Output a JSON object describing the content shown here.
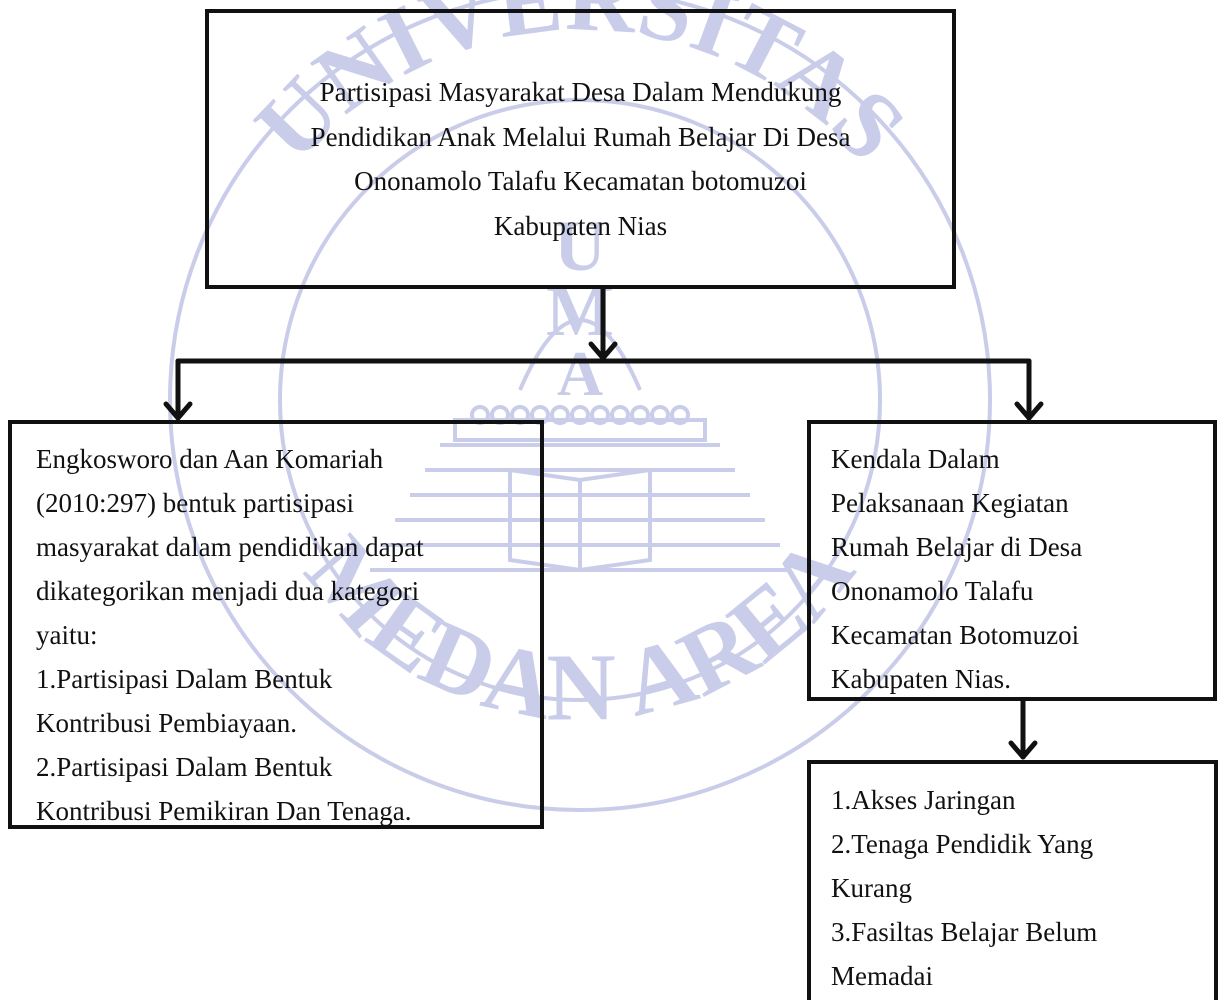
{
  "watermark": {
    "top_text": "UNIVERSITAS",
    "bottom_text": "MEDAN AREA",
    "letters": [
      "U",
      "M",
      "A"
    ],
    "color": "#c9cde9"
  },
  "top_box": {
    "lines": [
      "Partisipasi Masyarakat Desa Dalam Mendukung",
      "Pendidikan Anak Melalui Rumah Belajar Di Desa",
      "Ononamolo Talafu Kecamatan botomuzoi",
      "Kabupaten Nias"
    ]
  },
  "left_box": {
    "lines": [
      "Engkosworo dan Aan Komariah",
      "(2010:297) bentuk partisipasi",
      "masyarakat dalam pendidikan dapat",
      "dikategorikan menjadi dua kategori",
      "yaitu:",
      "1.Partisipasi Dalam Bentuk",
      "Kontribusi Pembiayaan.",
      "2.Partisipasi Dalam Bentuk",
      "Kontribusi Pemikiran Dan Tenaga."
    ]
  },
  "right_box": {
    "lines": [
      "Kendala Dalam",
      "Pelaksanaan Kegiatan",
      "Rumah Belajar di Desa",
      "Ononamolo Talafu",
      "Kecamatan Botomuzoi",
      "Kabupaten Nias."
    ]
  },
  "bottom_box": {
    "lines": [
      "1.Akses Jaringan",
      "2.Tenaga Pendidik Yang",
      "Kurang",
      "3.Fasiltas Belajar  Belum",
      "Memadai"
    ]
  }
}
